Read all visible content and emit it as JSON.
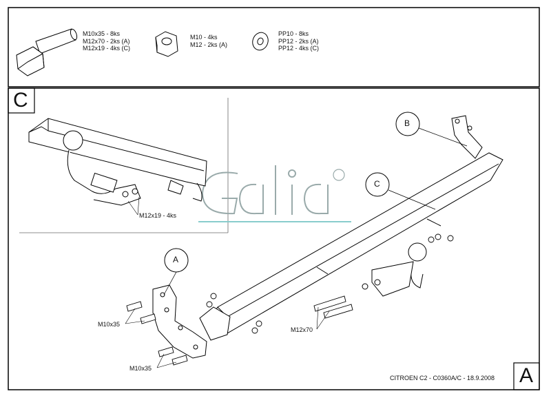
{
  "hardware": {
    "bolts": [
      "M10x35 - 8ks",
      "M12x70 - 2ks (A)",
      "M12x19 - 4ks (C)"
    ],
    "nuts": [
      "M10 - 4ks",
      "M12 - 2ks (A)"
    ],
    "washers": [
      "PP10 - 8ks",
      "PP12 - 2ks (A)",
      "PP12 - 4ks (C)"
    ]
  },
  "sections": {
    "detail": "C",
    "main": "A"
  },
  "callouts": {
    "a": "A",
    "b": "B",
    "c": "C"
  },
  "labels": {
    "detail_bolt": "M12x19 - 4ks",
    "left_top": "M10x35",
    "left_bottom": "M10x35",
    "right_bolt": "M12x70"
  },
  "logo": {
    "text": "Galia",
    "registered": "®"
  },
  "footer": {
    "title": "CITROEN C2 - C0360A/C - 18.9.2008"
  }
}
